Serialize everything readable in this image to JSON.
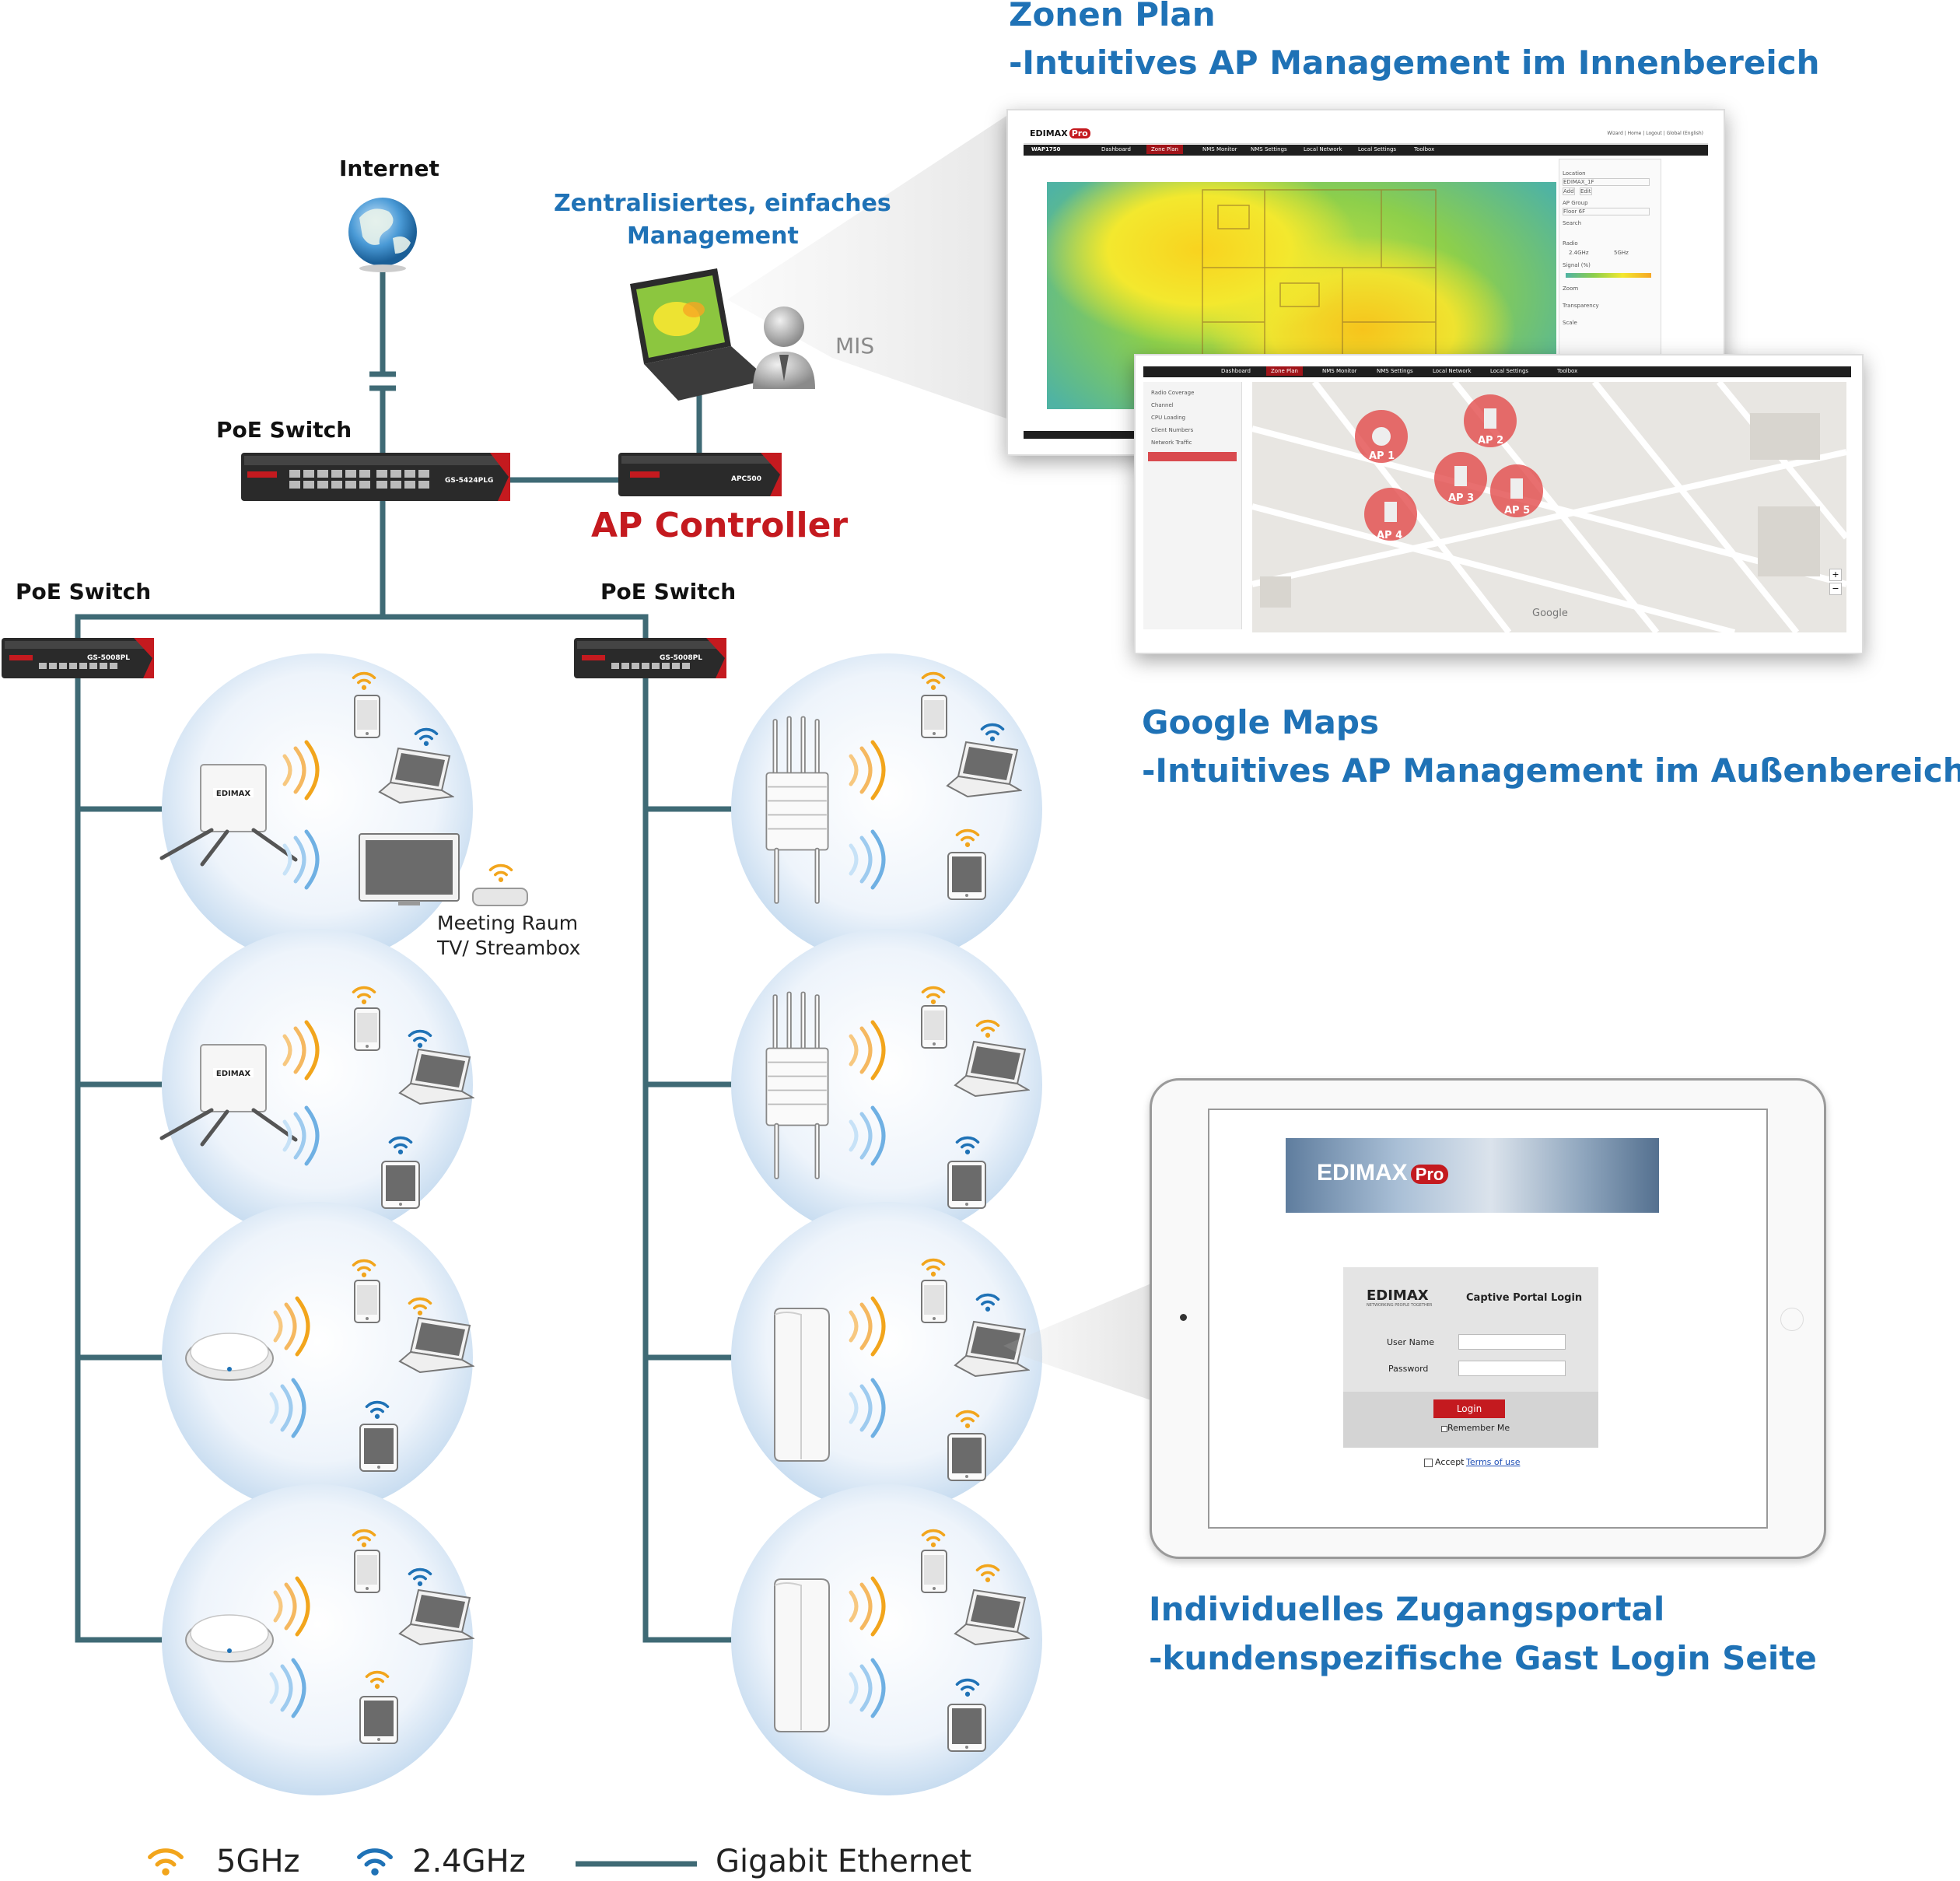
{
  "titles": {
    "zonen_plan": "Zonen Plan",
    "zonen_plan_sub": "-Intuitives AP Management im Innenbereich",
    "google_maps": "Google Maps",
    "google_maps_sub": "-Intuitives AP Management im Außenbereich",
    "portal": "Individuelles Zugangsportal",
    "portal_sub": "-kundenspezifische Gast Login Seite"
  },
  "network": {
    "internet": "Internet",
    "central_line1": "Zentralisiertes, einfaches",
    "central_line2": "Management",
    "mis": "MIS",
    "poe_switch_top": "PoE Switch",
    "poe_switch_left": "PoE Switch",
    "poe_switch_right": "PoE Switch",
    "ap_controller": "AP Controller",
    "switch_models": [
      "GS-5424PLG",
      "GS-5008PL",
      "GS-5008PL",
      "APC500"
    ],
    "meeting_line1": "Meeting Raum",
    "meeting_line2": "TV/ Streambox"
  },
  "zone_ui": {
    "logo": "EDIMAX",
    "logo_badge": "Pro",
    "model": "WAP1750",
    "menu": [
      "Dashboard",
      "Zone Plan",
      "NMS Monitor",
      "NMS Settings",
      "Local Network",
      "Local Settings",
      "Toolbox"
    ],
    "top_right": "Wizard | Home | Logout | Global (English)",
    "panel": [
      "Location",
      "EDIMAX_1F",
      "Add",
      "Edit",
      "AP Group",
      "Floor 6F",
      "Search",
      "Radio",
      "2.4GHz",
      "5GHz",
      "Signal (%)",
      "Zoom",
      "Transparency",
      "Scale"
    ]
  },
  "map_ui": {
    "menu": [
      "Dashboard",
      "Zone Plan",
      "NMS Monitor",
      "NMS Settings",
      "Local Network",
      "Local Settings",
      "Toolbox"
    ],
    "sidebar": [
      "Radio Coverage",
      "Channel",
      "CPU Loading",
      "Client Numbers",
      "Network Traffic"
    ],
    "aps": [
      "AP 1",
      "AP 2",
      "AP 3",
      "AP 4",
      "AP 5"
    ],
    "brand": "Google"
  },
  "portal_ui": {
    "logo": "EDIMAX",
    "logo_badge": "Pro",
    "small_logo": "EDIMAX",
    "small_logo_tag": "NETWORKING PEOPLE TOGETHER",
    "heading": "Captive Portal Login",
    "user_label": "User Name",
    "pass_label": "Password",
    "login_button": "Login",
    "remember": "Remember Me",
    "accept": "Accept",
    "terms": "Terms of use"
  },
  "legend": {
    "five": "5GHz",
    "two": "2.4GHz",
    "ethernet": "Gigabit Ethernet"
  },
  "colors": {
    "title_blue": "#1f72b6",
    "ap_red": "#c41a1f",
    "wifi_5ghz": "#f2a51c",
    "wifi_24ghz": "#1f72b6",
    "ethernet": "#3f6a75"
  }
}
